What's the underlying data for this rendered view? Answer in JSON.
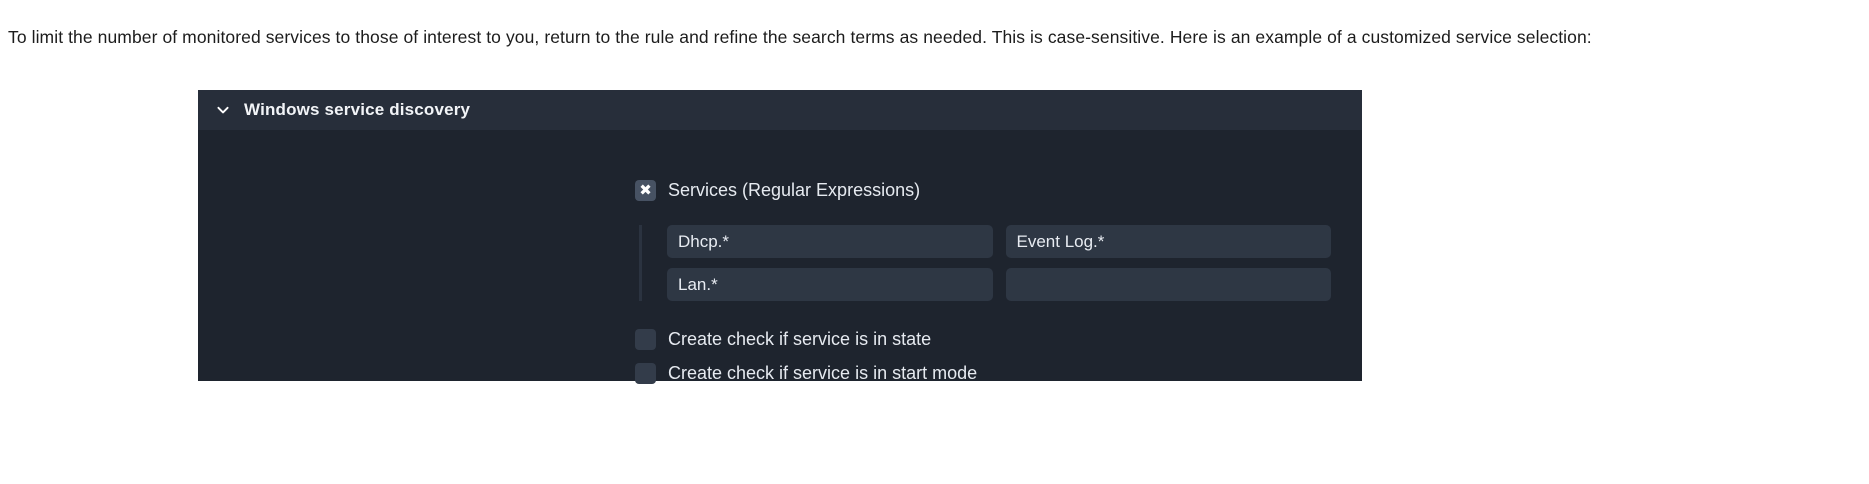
{
  "intro": {
    "text": "To limit the number of monitored services to those of interest to you, return to the rule and refine the search terms as needed. This is case-sensitive. Here is an example of a customized service selection:"
  },
  "colors": {
    "page_background": "#ffffff",
    "panel_body": "#1e242e",
    "panel_header": "#272e3a",
    "input_background": "#2e3744",
    "checkbox_checked": "#475263",
    "checkbox_unchecked": "#333c4a",
    "text_light": "#e6eaf0",
    "text_dark": "#1c1c1c"
  },
  "panel": {
    "header": {
      "collapse_icon": "chevron-down-icon",
      "title": "Windows service discovery",
      "expanded": true
    },
    "services_field": {
      "checkbox": {
        "icon": "check-x-icon",
        "glyph": "✖",
        "checked": true
      },
      "label": "Services (Regular Expressions)",
      "inputs": [
        {
          "value": "Dhcp.*",
          "placeholder": ""
        },
        {
          "value": "Event Log.*",
          "placeholder": ""
        },
        {
          "value": "Lan.*",
          "placeholder": ""
        },
        {
          "value": "",
          "placeholder": ""
        }
      ]
    },
    "options": [
      {
        "label": "Create check if service is in state",
        "checked": false
      },
      {
        "label": "Create check if service is in start mode",
        "checked": false
      }
    ]
  }
}
